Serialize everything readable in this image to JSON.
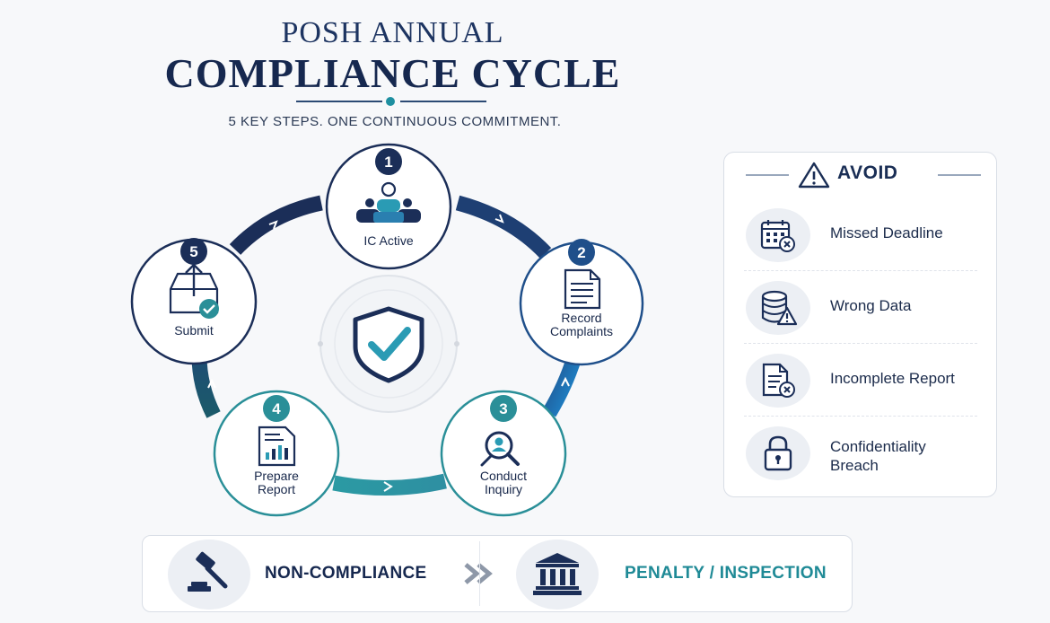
{
  "header": {
    "title_line1": "POSH ANNUAL",
    "title_line2": "COMPLIANCE CYCLE",
    "tagline": "5 KEY STEPS. ONE CONTINUOUS COMMITMENT."
  },
  "cycle": {
    "steps": [
      {
        "number": "1",
        "label": "IC Active",
        "icon": "team-icon"
      },
      {
        "number": "2",
        "label_line1": "Record",
        "label_line2": "Complaints",
        "icon": "document-icon"
      },
      {
        "number": "3",
        "label_line1": "Conduct",
        "label_line2": "Inquiry",
        "icon": "magnifier-person-icon"
      },
      {
        "number": "4",
        "label_line1": "Prepare",
        "label_line2": "Report",
        "icon": "report-chart-icon"
      },
      {
        "number": "5",
        "label": "Submit",
        "icon": "upload-tray-icon"
      }
    ],
    "center_icon": "shield-check-icon",
    "colors": {
      "navy": "#1b2e58",
      "blue": "#1f5fa8",
      "teal": "#2a8f98"
    }
  },
  "avoid": {
    "title": "AVOID",
    "items": [
      {
        "label": "Missed Deadline",
        "icon": "calendar-x-icon"
      },
      {
        "label": "Wrong Data",
        "icon": "database-warning-icon"
      },
      {
        "label": "Incomplete Report",
        "icon": "document-x-icon"
      },
      {
        "label_line1": "Confidentiality",
        "label_line2": "Breach",
        "icon": "padlock-icon"
      }
    ]
  },
  "consequence": {
    "left_label": "NON-COMPLIANCE",
    "right_label": "PENALTY / INSPECTION",
    "left_icon": "gavel-icon",
    "right_icon": "courthouse-icon",
    "accent_teal": "#1f8a96"
  }
}
